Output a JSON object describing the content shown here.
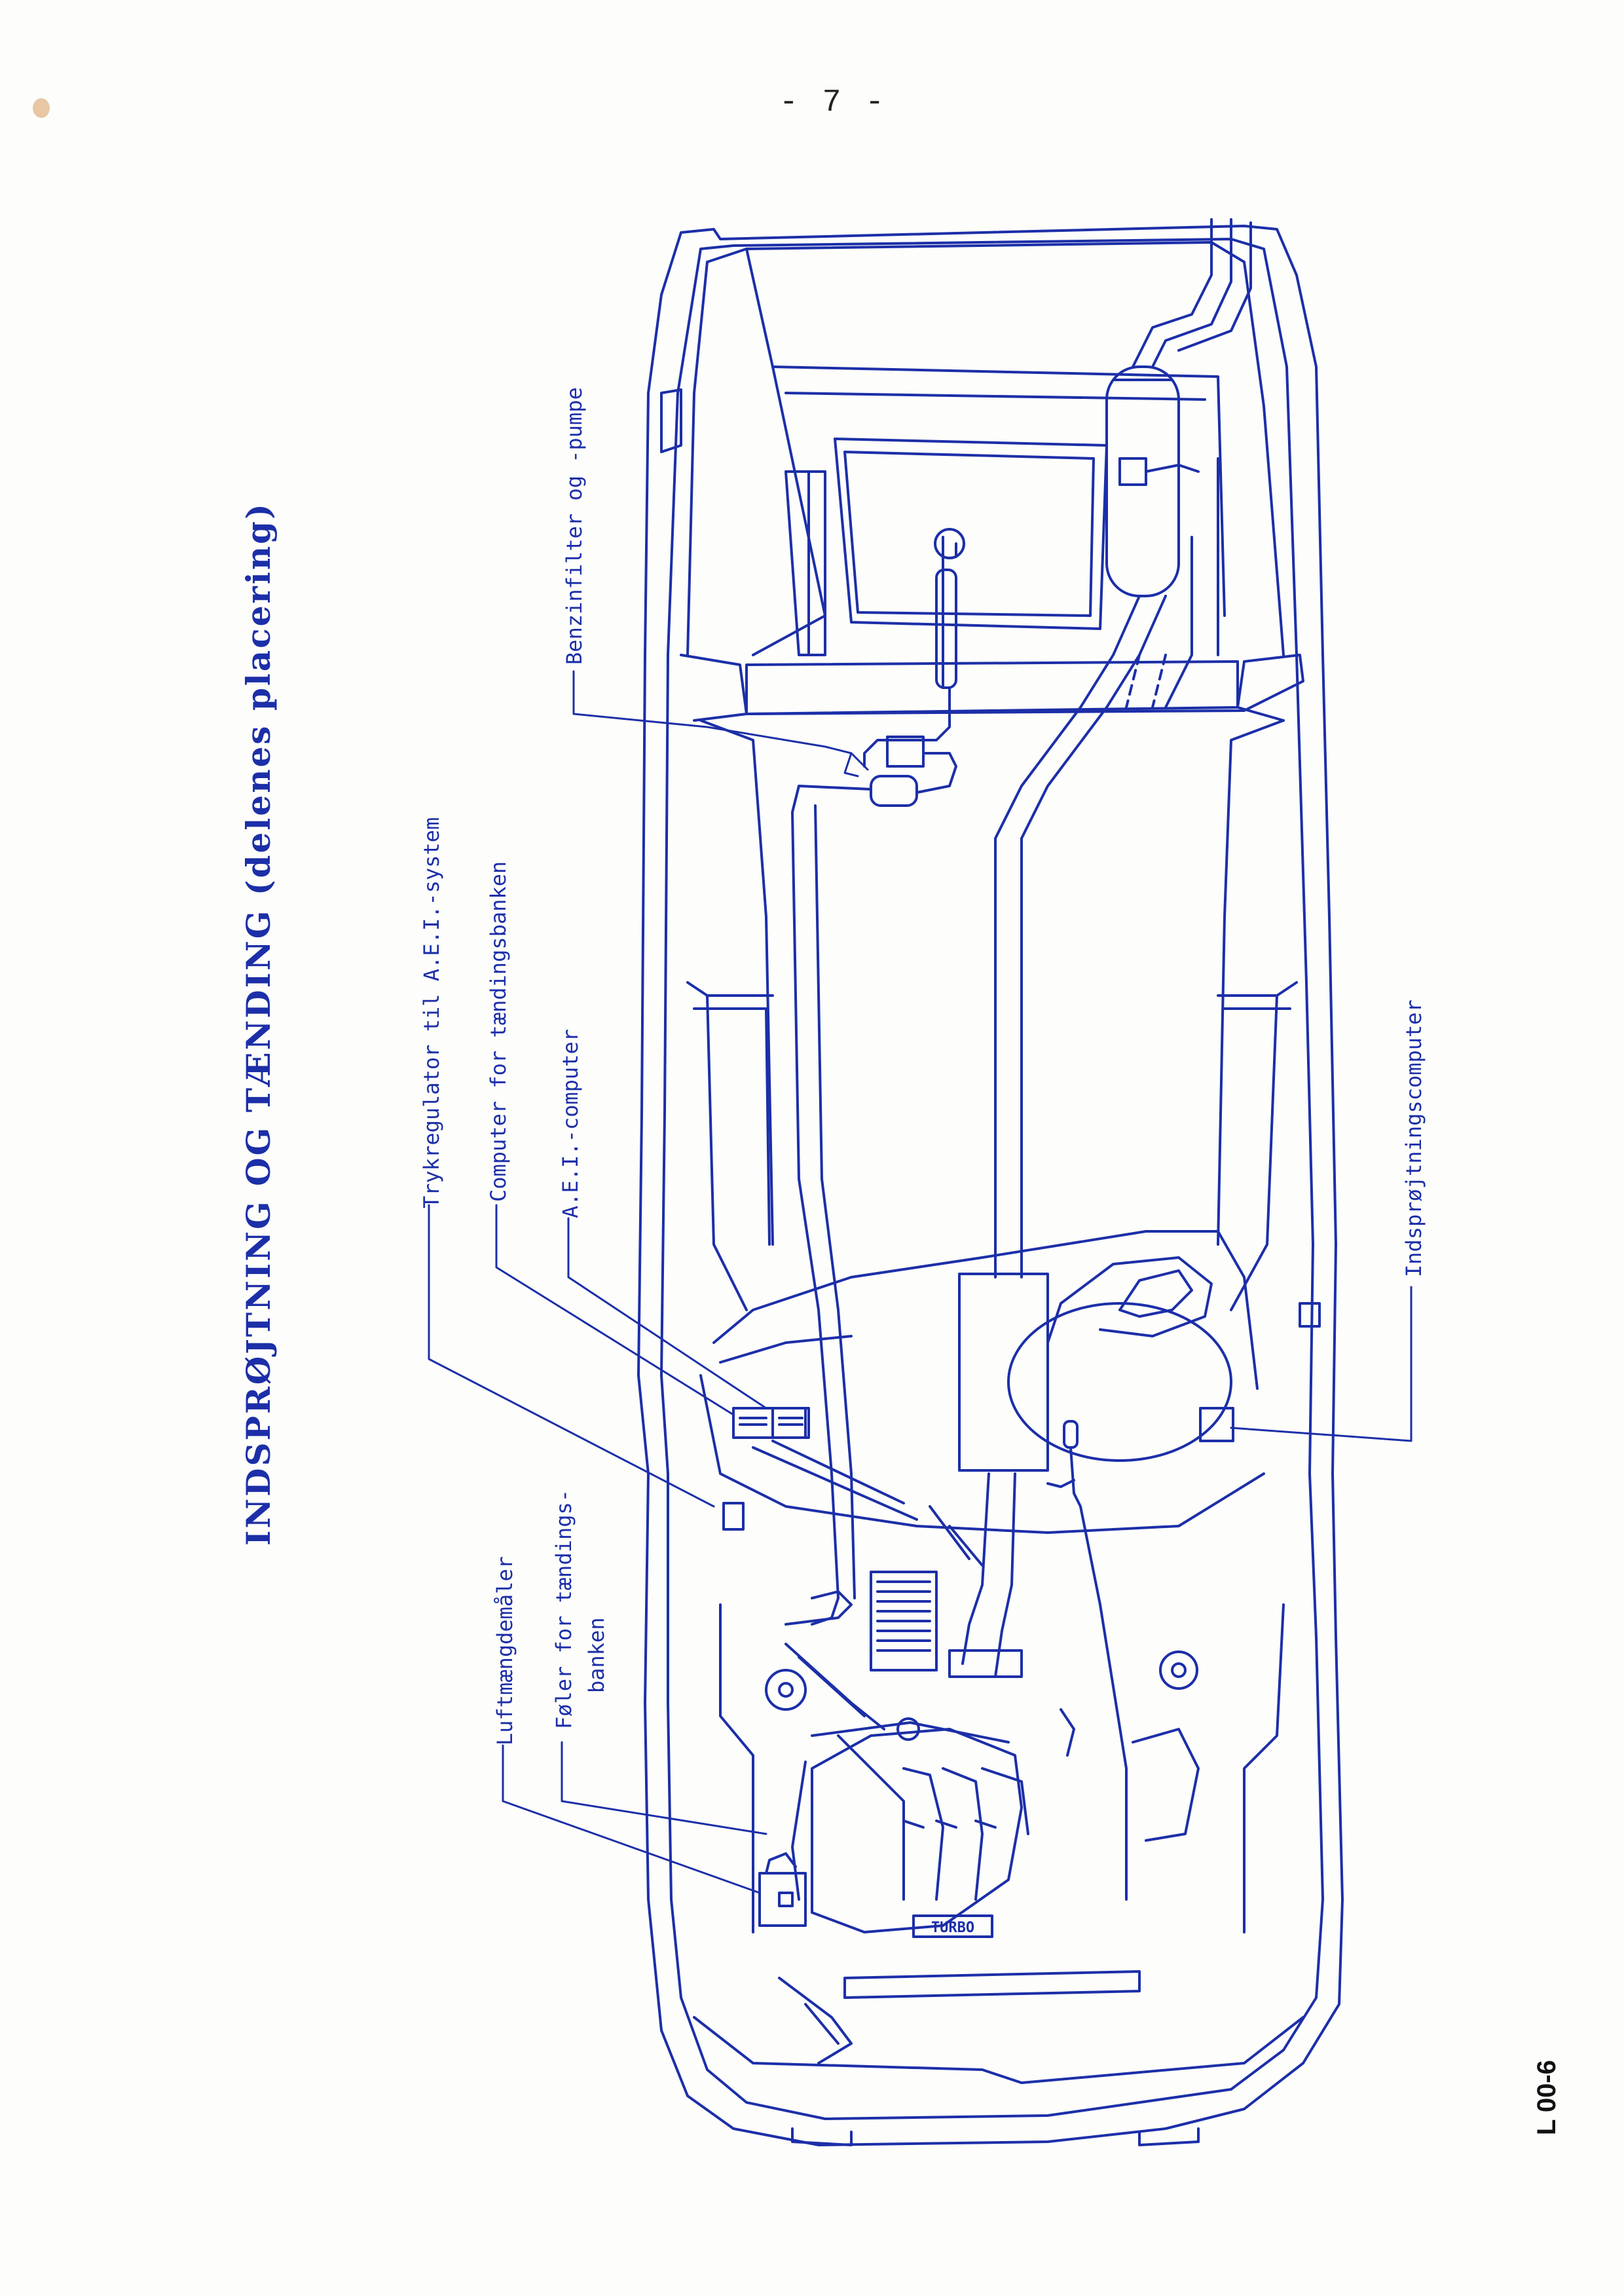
{
  "page": {
    "number": "- 7 -",
    "code": "L 00-6"
  },
  "title": "INDSPRØJTNING OG TÆNDING (delenes placering)",
  "labels": {
    "fuel_filter_pump": "Benzinfilter og -pumpe",
    "pressure_regulator": "Trykregulator til A.E.I.-system",
    "ignition_computer": "Computer for tændingsbanken",
    "aei_computer": "A.E.I.-computer",
    "injection_computer": "Indsprøjtningscomputer",
    "ignition_sensor_line1": "Føler for tændings-",
    "ignition_sensor_line2": "banken",
    "air_flow_meter": "Luftmængdemåler",
    "turbo_badge": "TURBO"
  },
  "colors": {
    "ink": "#1c2fa8",
    "paper": "#fdfdfb"
  }
}
